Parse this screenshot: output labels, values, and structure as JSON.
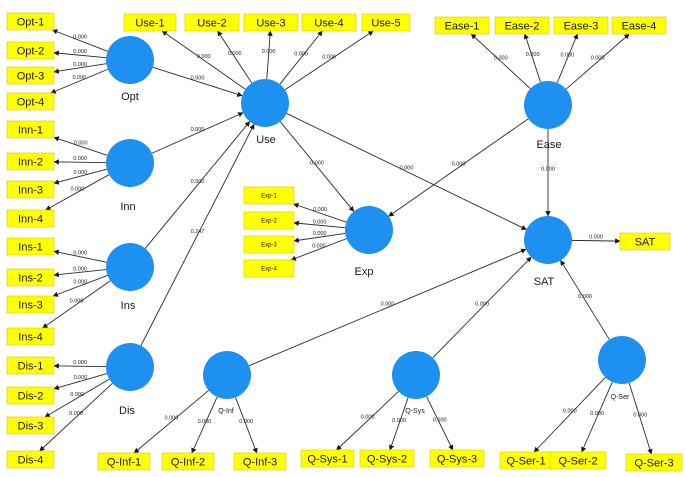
{
  "latents": [
    {
      "id": "Opt",
      "label": "Opt"
    },
    {
      "id": "Inn",
      "label": "Inn"
    },
    {
      "id": "Ins",
      "label": "Ins"
    },
    {
      "id": "Dis",
      "label": "Dis"
    },
    {
      "id": "Use",
      "label": "Use"
    },
    {
      "id": "Exp",
      "label": "Exp"
    },
    {
      "id": "Ease",
      "label": "Ease"
    },
    {
      "id": "SAT",
      "label": "SAT"
    },
    {
      "id": "QInf",
      "label": "Q-Inf"
    },
    {
      "id": "QSys",
      "label": "Q-Sys"
    },
    {
      "id": "QSer",
      "label": "Q-Ser"
    }
  ],
  "indicators": [
    {
      "id": "Opt1",
      "label": "Opt-1",
      "latent": "Opt",
      "weight": "0.000"
    },
    {
      "id": "Opt2",
      "label": "Opt-2",
      "latent": "Opt",
      "weight": "0.000"
    },
    {
      "id": "Opt3",
      "label": "Opt-3",
      "latent": "Opt",
      "weight": "0.000"
    },
    {
      "id": "Opt4",
      "label": "Opt-4",
      "latent": "Opt",
      "weight": "0.000"
    },
    {
      "id": "Inn1",
      "label": "Inn-1",
      "latent": "Inn",
      "weight": "0.000"
    },
    {
      "id": "Inn2",
      "label": "Inn-2",
      "latent": "Inn",
      "weight": "0.000"
    },
    {
      "id": "Inn3",
      "label": "Inn-3",
      "latent": "Inn",
      "weight": "0.000"
    },
    {
      "id": "Inn4",
      "label": "Inn-4",
      "latent": "Inn",
      "weight": "0.000"
    },
    {
      "id": "Ins1",
      "label": "Ins-1",
      "latent": "Ins",
      "weight": "0.000"
    },
    {
      "id": "Ins2",
      "label": "Ins-2",
      "latent": "Ins",
      "weight": "0.000"
    },
    {
      "id": "Ins3",
      "label": "Ins-3",
      "latent": "Ins",
      "weight": "0.000"
    },
    {
      "id": "Ins4",
      "label": "Ins-4",
      "latent": "Ins",
      "weight": "0.000"
    },
    {
      "id": "Dis1",
      "label": "Dis-1",
      "latent": "Dis",
      "weight": "0.000"
    },
    {
      "id": "Dis2",
      "label": "Dis-2",
      "latent": "Dis",
      "weight": "0.000"
    },
    {
      "id": "Dis3",
      "label": "Dis-3",
      "latent": "Dis",
      "weight": "0.000"
    },
    {
      "id": "Dis4",
      "label": "Dis-4",
      "latent": "Dis",
      "weight": "0.000"
    },
    {
      "id": "Use1",
      "label": "Use-1",
      "latent": "Use",
      "weight": "0.000"
    },
    {
      "id": "Use2",
      "label": "Use-2",
      "latent": "Use",
      "weight": "0.000"
    },
    {
      "id": "Use3",
      "label": "Use-3",
      "latent": "Use",
      "weight": "0.000"
    },
    {
      "id": "Use4",
      "label": "Use-4",
      "latent": "Use",
      "weight": "0.000"
    },
    {
      "id": "Use5",
      "label": "Use-5",
      "latent": "Use",
      "weight": "0.000"
    },
    {
      "id": "Ease1",
      "label": "Ease-1",
      "latent": "Ease",
      "weight": "0.000"
    },
    {
      "id": "Ease2",
      "label": "Ease-2",
      "latent": "Ease",
      "weight": "0.000"
    },
    {
      "id": "Ease3",
      "label": "Ease-3",
      "latent": "Ease",
      "weight": "0.000"
    },
    {
      "id": "Ease4",
      "label": "Ease-4",
      "latent": "Ease",
      "weight": "0.000"
    },
    {
      "id": "Exp1",
      "label": "Exp-1",
      "latent": "Exp",
      "weight": "0.000"
    },
    {
      "id": "Exp2",
      "label": "Exp-2",
      "latent": "Exp",
      "weight": "0.000"
    },
    {
      "id": "Exp3",
      "label": "Exp-3",
      "latent": "Exp",
      "weight": "0.000"
    },
    {
      "id": "Exp4",
      "label": "Exp-4",
      "latent": "Exp",
      "weight": "0.000"
    },
    {
      "id": "SATi",
      "label": "SAT",
      "latent": "SAT",
      "weight": "0.000"
    },
    {
      "id": "QInf1",
      "label": "Q-Inf-1",
      "latent": "QInf",
      "weight": "0.000"
    },
    {
      "id": "QInf2",
      "label": "Q-Inf-2",
      "latent": "QInf",
      "weight": "0.000"
    },
    {
      "id": "QInf3",
      "label": "Q-Inf-3",
      "latent": "QInf",
      "weight": "0.000"
    },
    {
      "id": "QSys1",
      "label": "Q-Sys-1",
      "latent": "QSys",
      "weight": "0.000"
    },
    {
      "id": "QSys2",
      "label": "Q-Sys-2",
      "latent": "QSys",
      "weight": "0.000"
    },
    {
      "id": "QSys3",
      "label": "Q-Sys-3",
      "latent": "QSys",
      "weight": "0.000"
    },
    {
      "id": "QSer1",
      "label": "Q-Ser-1",
      "latent": "QSer",
      "weight": "0.000"
    },
    {
      "id": "QSer2",
      "label": "Q-Ser-2",
      "latent": "QSer",
      "weight": "0.000"
    },
    {
      "id": "QSer3",
      "label": "Q-Ser-3",
      "latent": "QSer",
      "weight": "0.000"
    }
  ],
  "paths": [
    {
      "from": "Opt",
      "to": "Use",
      "weight": "0.000"
    },
    {
      "from": "Inn",
      "to": "Use",
      "weight": "0.000"
    },
    {
      "from": "Ins",
      "to": "Use",
      "weight": "0.000"
    },
    {
      "from": "Dis",
      "to": "Use",
      "weight": "0.247"
    },
    {
      "from": "Use",
      "to": "Exp",
      "weight": "0.000"
    },
    {
      "from": "Use",
      "to": "SAT",
      "weight": "0.000"
    },
    {
      "from": "Ease",
      "to": "Exp",
      "weight": "0.000"
    },
    {
      "from": "Ease",
      "to": "SAT",
      "weight": "0.000"
    },
    {
      "from": "QInf",
      "to": "SAT",
      "weight": "0.000"
    },
    {
      "from": "QSys",
      "to": "SAT",
      "weight": "0.000"
    },
    {
      "from": "QSer",
      "to": "SAT",
      "weight": "0.000"
    }
  ]
}
